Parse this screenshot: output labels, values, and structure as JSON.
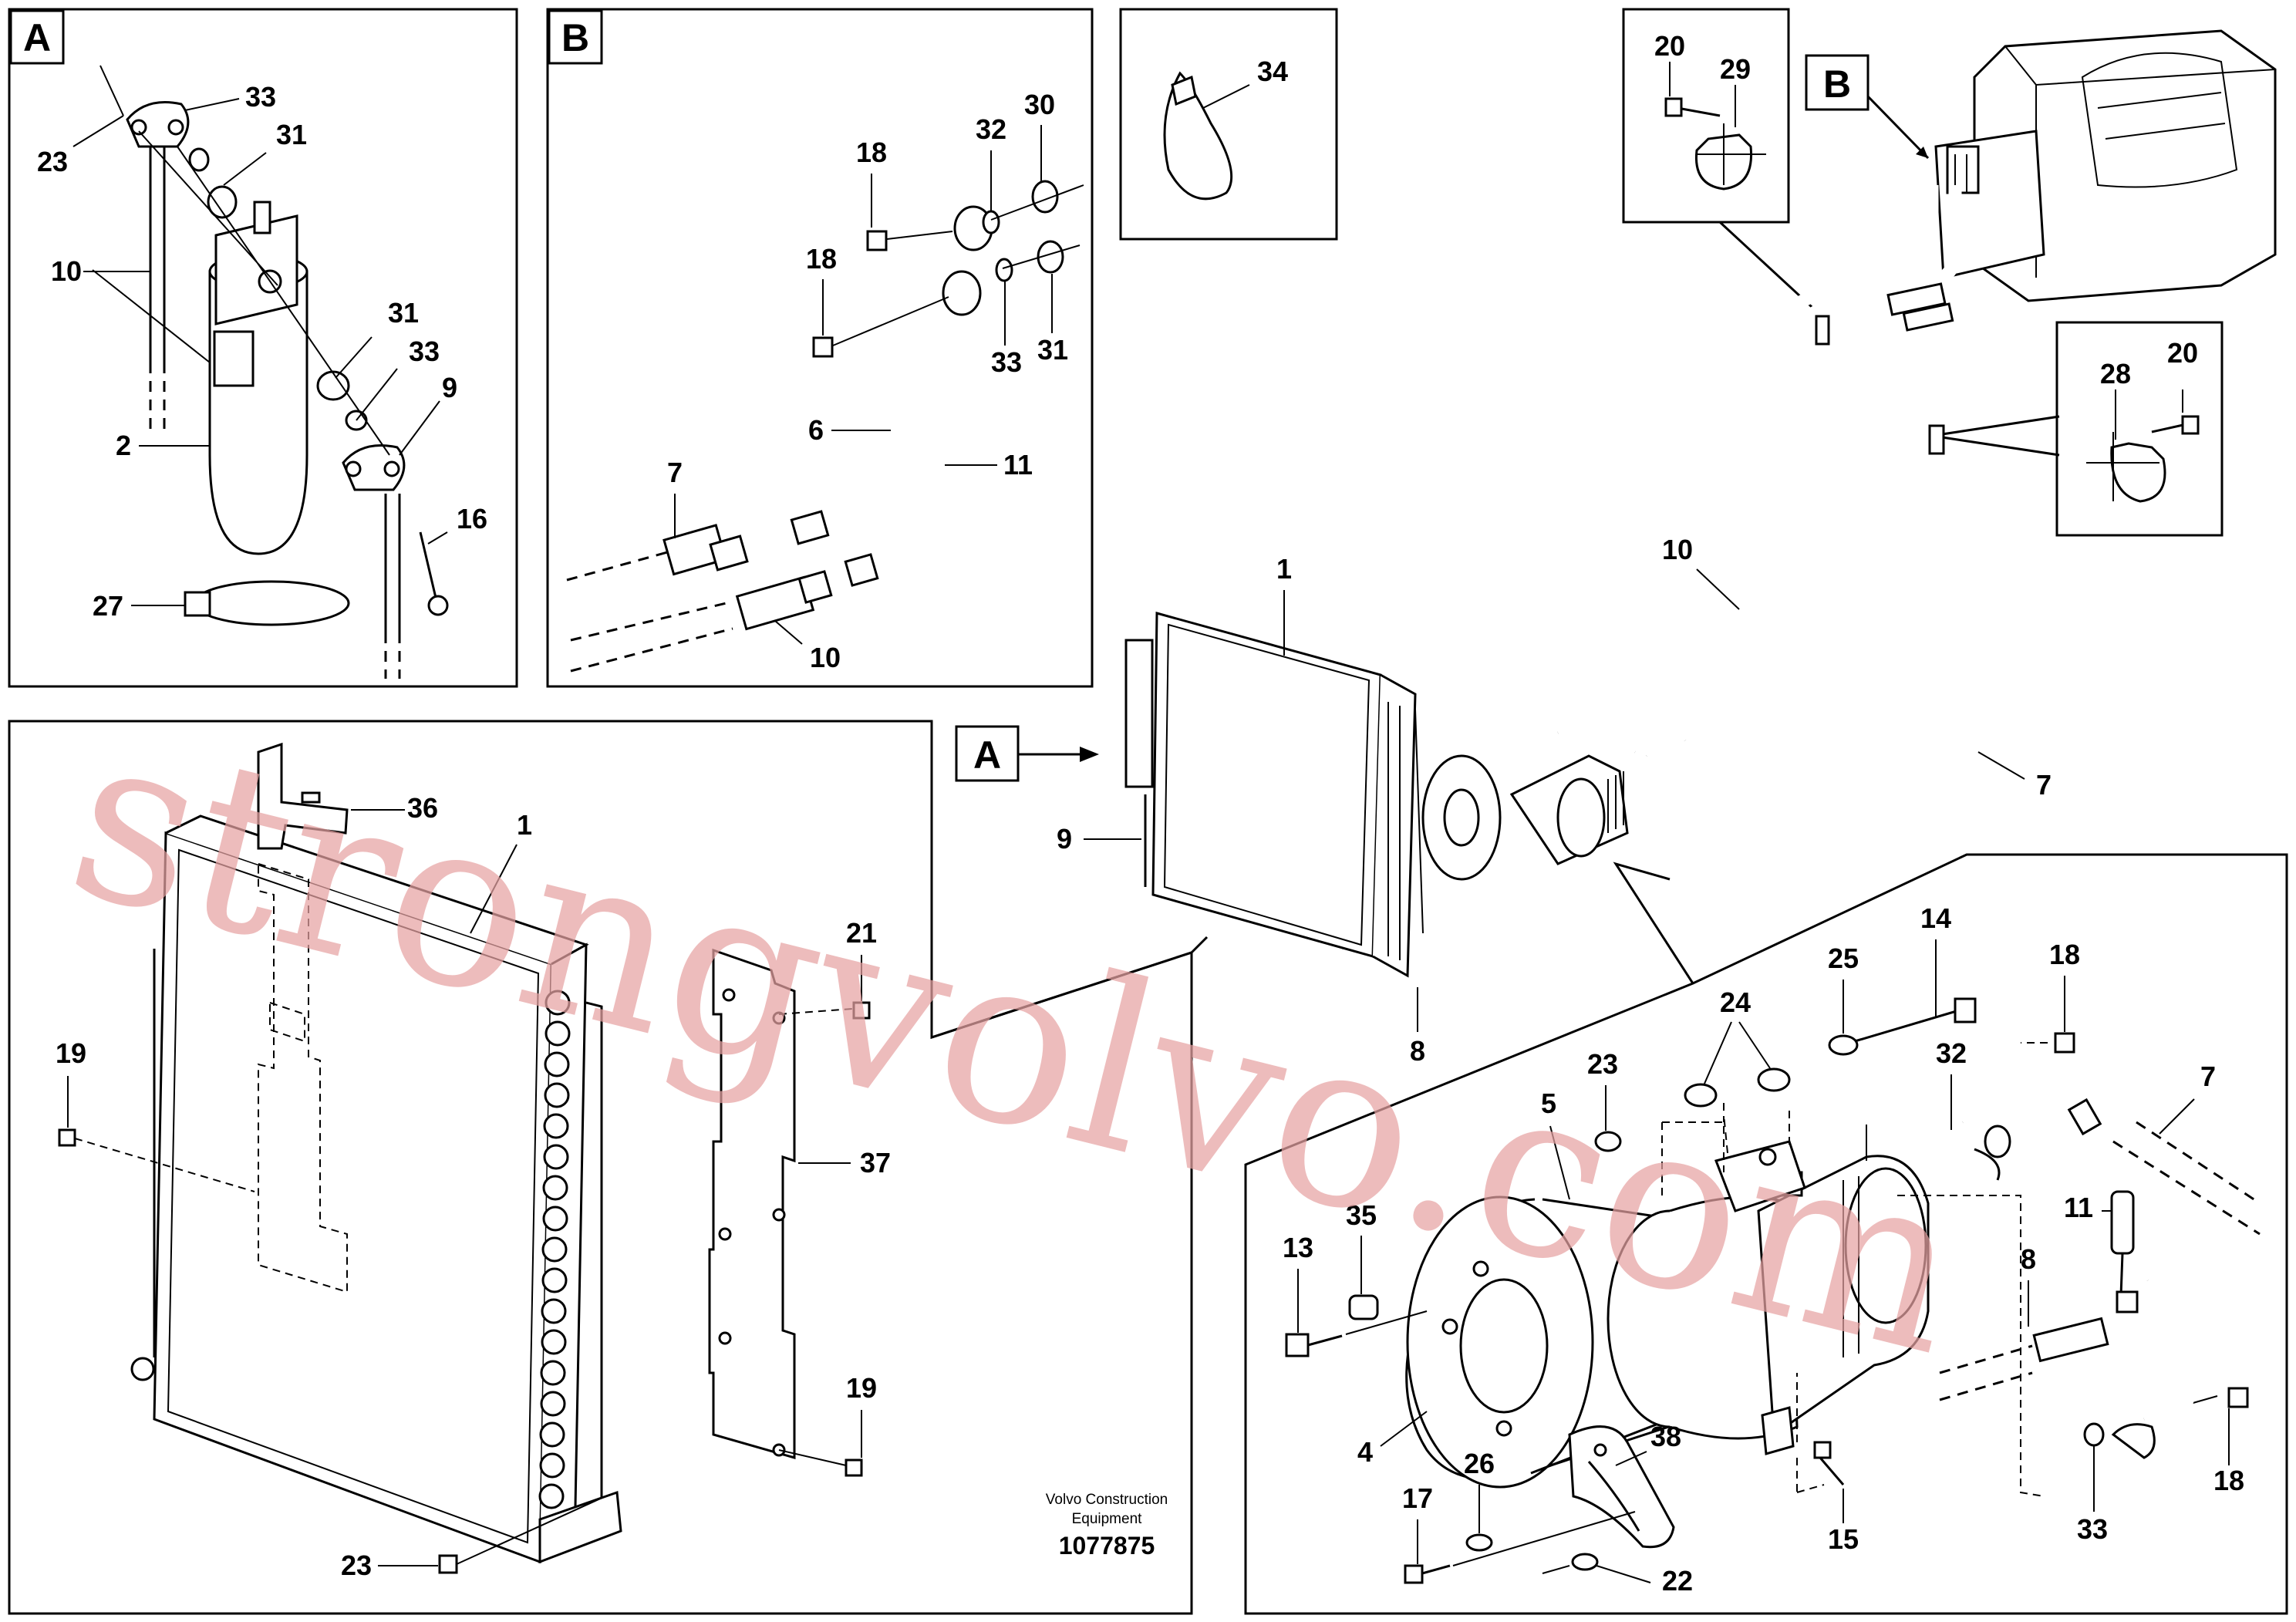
{
  "colors": {
    "line": "#000000",
    "watermark": "#e7a3a3",
    "background": "#ffffff"
  },
  "panels": {
    "a": {
      "letter": "A"
    },
    "b": {
      "letter": "B"
    }
  },
  "callouts": {
    "a_detail": "A",
    "b_detail": "B"
  },
  "labels": {
    "p1": "1",
    "p2": "2",
    "p4": "4",
    "p5": "5",
    "p6": "6",
    "p7": "7",
    "p8": "8",
    "p9": "9",
    "p10": "10",
    "p11": "11",
    "p13": "13",
    "p14": "14",
    "p15": "15",
    "p16": "16",
    "p17": "17",
    "p18": "18",
    "p19": "19",
    "p20": "20",
    "p21": "21",
    "p22": "22",
    "p23": "23",
    "p24": "24",
    "p25": "25",
    "p26": "26",
    "p27": "27",
    "p28": "28",
    "p29": "29",
    "p30": "30",
    "p31": "31",
    "p32": "32",
    "p33": "33",
    "p34": "34",
    "p35": "35",
    "p36": "36",
    "p37": "37",
    "p38": "38"
  },
  "footer": {
    "company_line1": "Volvo Construction",
    "company_line2": "Equipment",
    "drawing_number": "1077875"
  },
  "watermark": "strongvolvo.com"
}
